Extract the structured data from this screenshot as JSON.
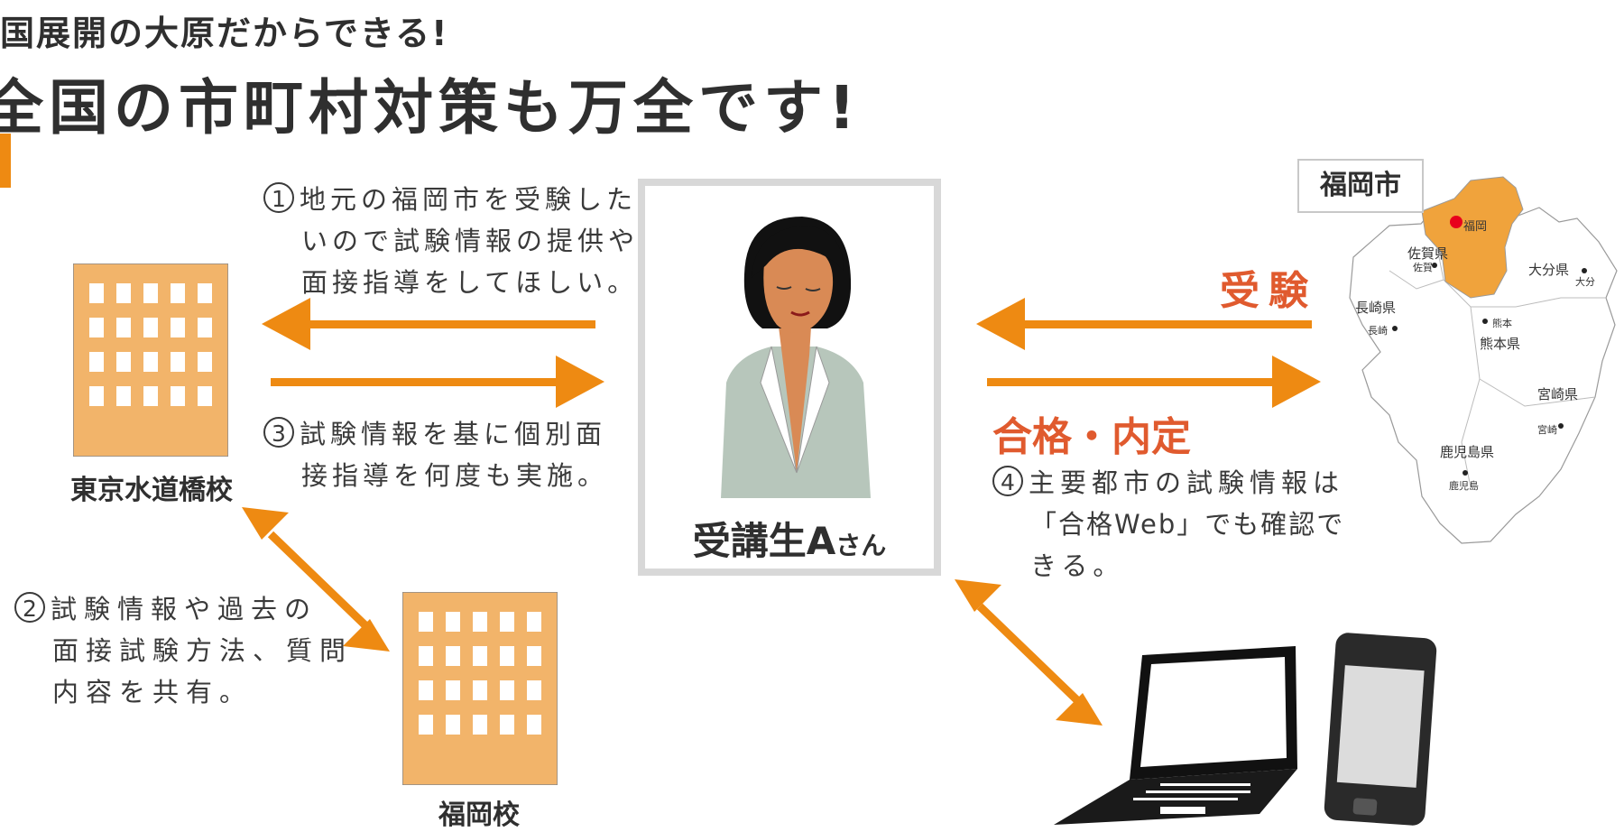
{
  "header": {
    "subtitle": "国展開の大原だからできる!",
    "title": "全国の市町村対策も万全です!"
  },
  "steps": {
    "step1": {
      "num": "1",
      "line1": "地元の福岡市を受験した",
      "line2": "いので試験情報の提供や",
      "line3": "面接指導をしてほしい。"
    },
    "step2": {
      "num": "2",
      "line1": "試験情報や過去の",
      "line2": "面接試験方法、質問",
      "line3": "内容を共有。"
    },
    "step3": {
      "num": "3",
      "line1": "試験情報を基に個別面",
      "line2": "接指導を何度も実施。"
    },
    "step4": {
      "num": "4",
      "line1": "主要都市の試験情報は",
      "line2": "「合格Web」でも確認で",
      "line3": "きる。"
    }
  },
  "buildings": {
    "tokyo": "東京水道橋校",
    "fukuoka": "福岡校"
  },
  "student": {
    "name": "受講生A",
    "honorific": "さん"
  },
  "labels": {
    "juken": "受験",
    "goukaku": "合格・内定"
  },
  "map": {
    "city_box": "福岡市",
    "prefectures": {
      "saga": "佐賀県",
      "nagasaki": "長崎県",
      "kumamoto": "熊本県",
      "oita": "大分県",
      "miyazaki": "宮崎県",
      "kagoshima": "鹿児島県"
    },
    "cities": {
      "fukuoka": "福岡",
      "saga": "佐賀",
      "nagasaki": "長崎",
      "kumamoto": "熊本",
      "oita": "大分",
      "miyazaki": "宮崎",
      "kagoshima": "鹿児島"
    }
  },
  "colors": {
    "orange": "#ee8a12",
    "building": "#f2b46a",
    "red_text": "#e05a2e",
    "fukuoka_fill": "#f0a33c",
    "marker": "#e8001c"
  }
}
